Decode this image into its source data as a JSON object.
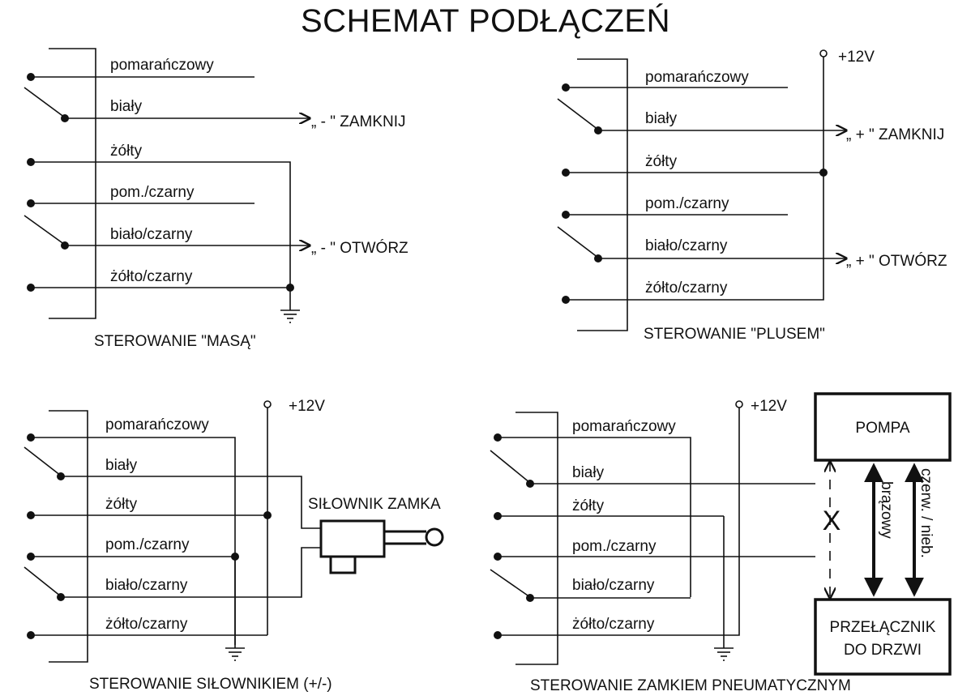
{
  "title": "SCHEMAT PODŁĄCZEŃ",
  "wires": {
    "orange": "pomarańczowy",
    "white": "biały",
    "yellow": "żółty",
    "orange_black": "pom./czarny",
    "white_black": "biało/czarny",
    "yellow_black": "żółto/czarny"
  },
  "panel_ground": {
    "caption": "STEROWANIE \"MASĄ\"",
    "close_label": "„ - \" ZAMKNIJ",
    "open_label": "„ - \" OTWÓRZ"
  },
  "panel_plus": {
    "caption": "STEROWANIE \"PLUSEM\"",
    "supply": "+12V",
    "close_label": "„ + \" ZAMKNIJ",
    "open_label": "„ + \" OTWÓRZ"
  },
  "panel_actuator": {
    "caption": "STEROWANIE SIŁOWNIKIEM (+/-)",
    "supply": "+12V",
    "actuator_label": "SIŁOWNIK ZAMKA"
  },
  "panel_pneumatic": {
    "caption": "STEROWANIE ZAMKIEM PNEUMATYCZNYM",
    "supply": "+12V",
    "pump_label": "POMPA",
    "switch_label_line1": "PRZEŁĄCZNIK",
    "switch_label_line2": "DO DRZWI",
    "cross_mark": "X",
    "brown_label": "brązowy",
    "red_blue_label": "czerw. / nieb."
  }
}
